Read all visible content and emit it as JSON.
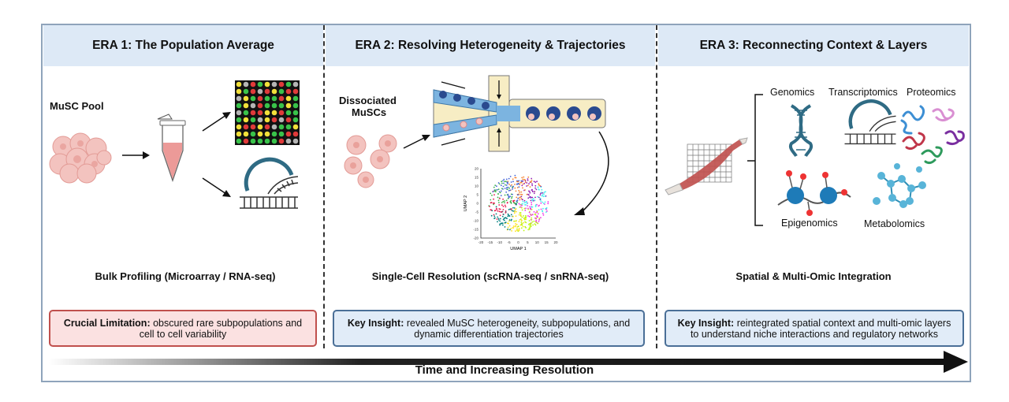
{
  "eras": [
    {
      "title": "ERA 1: The Population Average",
      "sample_label": "MuSC Pool",
      "method": "Bulk Profiling (Microarray / RNA-seq)",
      "box_label": "Crucial Limitation:",
      "box_text": "obscured rare subpopulations and cell to cell variability",
      "box_color": "#fbe1e1"
    },
    {
      "title": "ERA 2: Resolving Heterogeneity & Trajectories",
      "sample_label_line1": "Dissociated",
      "sample_label_line2": "MuSCs",
      "method": "Single-Cell Resolution (scRNA-seq / snRNA-seq)",
      "box_label": "Key Insight:",
      "box_text": "revealed MuSC heterogeneity, subpopulations, and dynamic differentiation trajectories",
      "box_color": "#e1ecf8",
      "umap": {
        "xlabel": "UMAP 1",
        "ylabel": "UMAP 2",
        "x_ticks": [
          "-20",
          "-15",
          "-10",
          "-5",
          "0",
          "5",
          "10",
          "15",
          "20"
        ],
        "y_ticks": [
          "20",
          "15",
          "10",
          "5",
          "0",
          "-5",
          "-10",
          "-15",
          "-20"
        ]
      }
    },
    {
      "title": "ERA 3: Reconnecting Context & Layers",
      "omics": {
        "genomics": "Genomics",
        "transcriptomics": "Transcriptomics",
        "proteomics": "Proteomics",
        "epigenomics": "Epigenomics",
        "metabolomics": "Metabolomics"
      },
      "method": "Spatial & Multi-Omic Integration",
      "box_label": "Key Insight:",
      "box_text": "reintegrated spatial context and multi-omic layers to understand niche interactions and regulatory networks",
      "box_color": "#e1ecf8"
    }
  ],
  "timeline": {
    "label": "Time and Increasing Resolution"
  },
  "colors": {
    "header_bg": "#dde9f6",
    "frame": "#8fa4bb",
    "dna": "#2f6b84",
    "cell": "#f1b9b5"
  }
}
